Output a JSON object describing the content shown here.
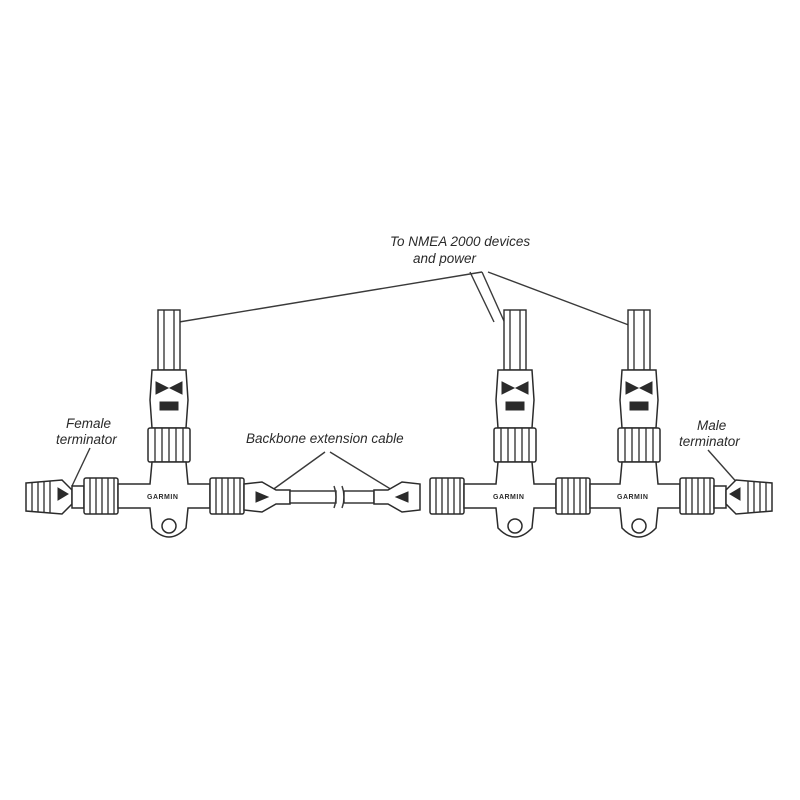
{
  "labels": {
    "devices_line1": "To NMEA 2000 devices",
    "devices_line2": "and power",
    "female_line1": "Female",
    "female_line2": "terminator",
    "backbone": "Backbone extension cable",
    "male_line1": "Male",
    "male_line2": "terminator"
  },
  "tee_brand": "GARMIN",
  "tee_count": 3
}
